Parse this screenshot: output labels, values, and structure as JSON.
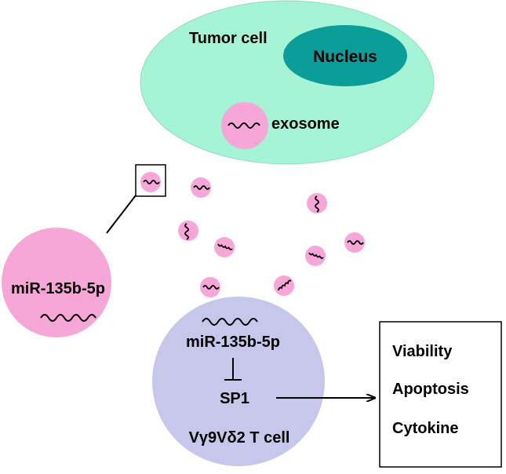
{
  "diagram": {
    "tumor_cell": {
      "label": "Tumor cell",
      "color": "#a6f4d6"
    },
    "nucleus": {
      "label": "Nucleus",
      "color": "#0b9e99"
    },
    "exosome": {
      "label": "exosome",
      "color": "#f7a6d8"
    },
    "zoom_exosome": {
      "label": "miR-135b-5p",
      "color": "#f7a6d8"
    },
    "t_cell": {
      "label": "Vγ9Vδ2 T cell",
      "color": "#c6c7ea",
      "mirna_label": "miR-135b-5p",
      "target_label": "SP1"
    },
    "outcomes": {
      "items": [
        "Viability",
        "Apoptosis",
        "Cytokine"
      ]
    },
    "icons": [
      "rna-squiggle-icon",
      "inhibition-bar-icon",
      "arrow-right-icon"
    ]
  }
}
